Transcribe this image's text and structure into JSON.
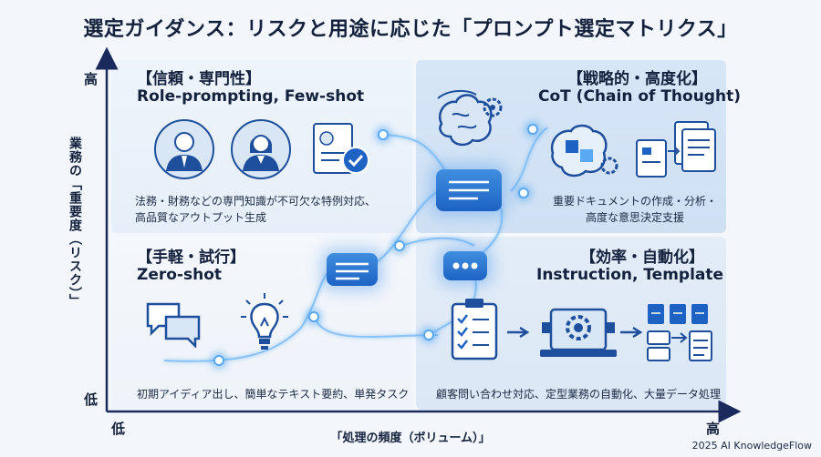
{
  "title": "選定ガイダンス：リスクと用途に応じた「プロンプト選定マトリクス」",
  "axes": {
    "y_high": "高",
    "y_low": "低",
    "x_low": "低",
    "x_high": "高",
    "y_title": "業務の「重要度（リスク）」",
    "x_title": "「処理の頻度（ボリューム）」"
  },
  "quadrants": {
    "top_left": {
      "title": "【信頼・専門性】",
      "technique": "Role-prompting, Few-shot",
      "desc_line1": "法務・財務などの専門知識が不可欠な特例対応、",
      "desc_line2": "高品質なアウトプット生成"
    },
    "top_right": {
      "title": "【戦略的・高度化】",
      "technique": "CoT (Chain of Thought)",
      "desc_line1": "重要ドキュメントの作成・分析・",
      "desc_line2": "高度な意思決定支援"
    },
    "bottom_left": {
      "title": "【手軽・試行】",
      "technique": "Zero-shot",
      "desc_line1": "初期アイディア出し、簡単なテキスト要約、単発タスク"
    },
    "bottom_right": {
      "title": "【効率・自動化】",
      "technique": "Instruction, Template",
      "desc_line1": "顧客問い合わせ対応、定型業務の自動化、大量データ処理"
    }
  },
  "icons": [
    "businessman-icon",
    "businesswoman-icon",
    "certified-document-icon",
    "brain-gear-icon",
    "puzzle-brain-icon",
    "document-flow-icon",
    "chat-bubbles-icon",
    "lightbulb-icon",
    "checklist-icon",
    "machine-gear-icon",
    "document-sort-icon",
    "chat-bubble-icon"
  ],
  "credit": "2025 AI KnowledgeFlow",
  "colors": {
    "accent": "#1e63c4",
    "glow": "#5aa8f0",
    "ink": "#14213d"
  }
}
